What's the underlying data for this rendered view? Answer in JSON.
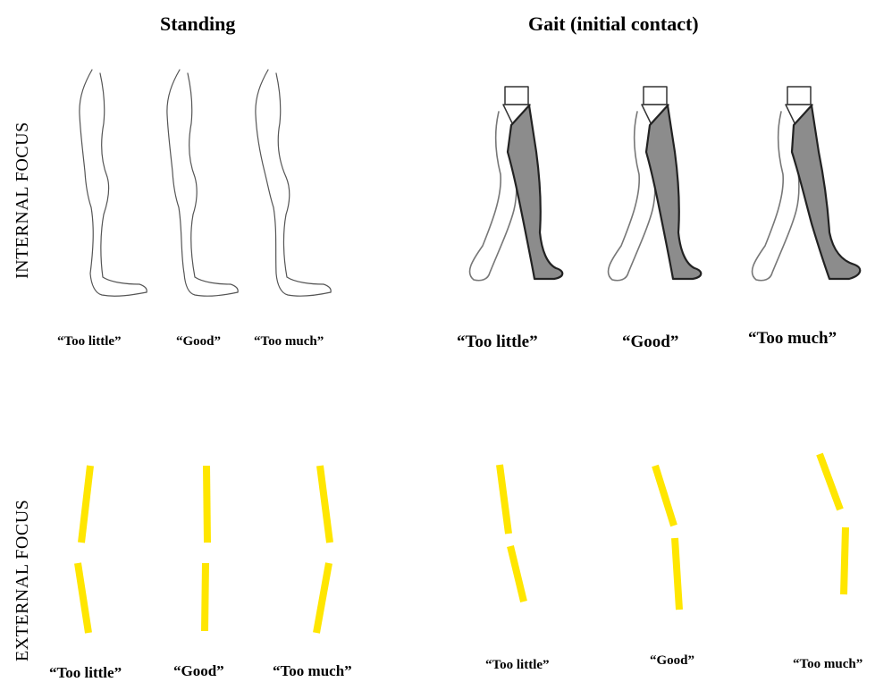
{
  "headings": {
    "standing": "Standing",
    "gait": "Gait (initial contact)"
  },
  "row_labels": {
    "internal": "INTERNAL FOCUS",
    "external": "EXTERNAL FOCUS"
  },
  "internal_captions": {
    "standing": [
      "“Too little”",
      "“Good”",
      "“Too much”"
    ],
    "gait": [
      "“Too little”",
      "“Good”",
      "“Too much”"
    ]
  },
  "external_captions": {
    "standing": [
      "“Too little”",
      "“Good”",
      "“Too much”"
    ],
    "gait": [
      "“Too little”",
      "“Good”",
      "“Too much”"
    ]
  },
  "colors": {
    "segment": "#ffe600",
    "leg_outline": "#555555",
    "leg_fill": "#8c8c8c"
  }
}
